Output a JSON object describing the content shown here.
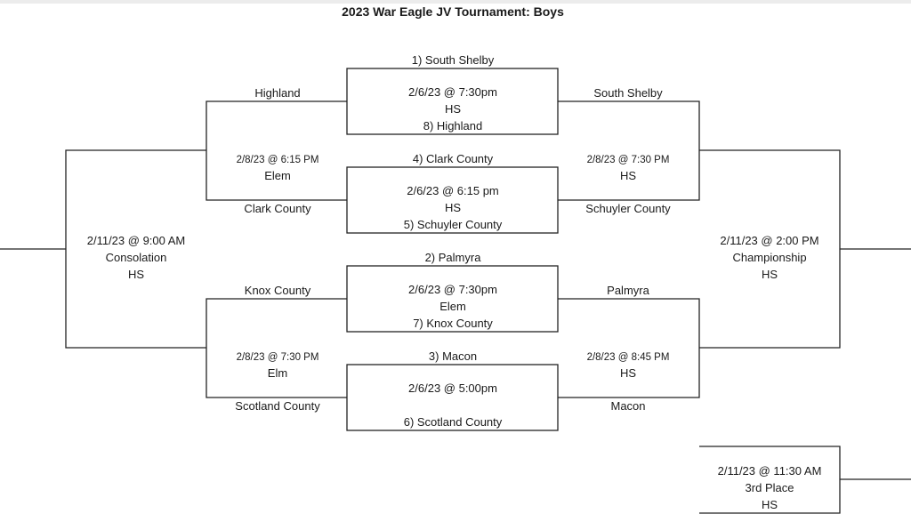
{
  "title": "2023 War Eagle JV Tournament:  Boys",
  "first_round": [
    {
      "top": "1) South Shelby",
      "date": "2/6/23 @ 7:30pm",
      "site": "HS",
      "bottom": "8) Highland"
    },
    {
      "top": "4) Clark County",
      "date": "2/6/23 @ 6:15 pm",
      "site": "HS",
      "bottom": "5) Schuyler County"
    },
    {
      "top": "2)  Palmyra",
      "date": "2/6/23 @ 7:30pm",
      "site": "Elem",
      "bottom": "7)  Knox County"
    },
    {
      "top": "3) Macon",
      "date": "2/6/23 @ 5:00pm",
      "site": "",
      "bottom": "6) Scotland County"
    }
  ],
  "consolation_bracket": [
    {
      "top": "Highland",
      "date": "2/8/23 @ 6:15 PM",
      "site": "Elem",
      "bottom": "Clark County"
    },
    {
      "top": "Knox County",
      "date": "2/8/23 @ 7:30 PM",
      "site": "Elm",
      "bottom": "Scotland County"
    }
  ],
  "winners_bracket": [
    {
      "top": "South Shelby",
      "date": "2/8/23 @ 7:30 PM",
      "site": "HS",
      "bottom": "Schuyler County"
    },
    {
      "top": "Palmyra",
      "date": "2/8/23 @ 8:45 PM",
      "site": "HS",
      "bottom": "Macon"
    }
  ],
  "consolation_final": {
    "date": "2/11/23 @ 9:00 AM",
    "label": "Consolation",
    "site": "HS"
  },
  "championship": {
    "date": "2/11/23 @ 2:00 PM",
    "label": "Championship",
    "site": "HS"
  },
  "third_place": {
    "date": "2/11/23 @ 11:30 AM",
    "label": "3rd Place",
    "site": "HS"
  }
}
